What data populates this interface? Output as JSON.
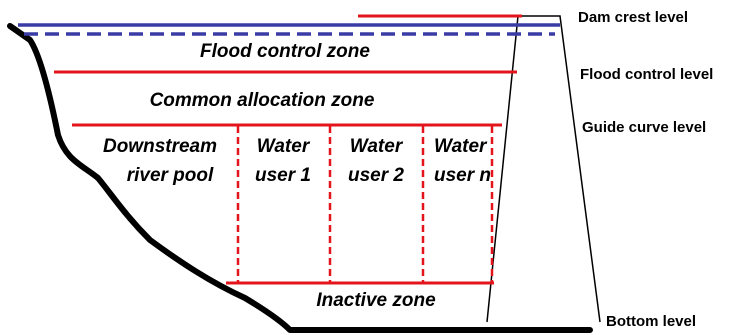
{
  "diagram": {
    "levels": {
      "dam_crest": "Dam crest level",
      "flood_control": "Flood control level",
      "guide_curve": "Guide curve level",
      "bottom": "Bottom level"
    },
    "zones": {
      "flood_control": "Flood control zone",
      "common_allocation": "Common allocation zone",
      "downstream_line1": "Downstream",
      "downstream_line2": "river pool",
      "user1_line1": "Water",
      "user1_line2": "user 1",
      "user2_line1": "Water",
      "user2_line2": "user 2",
      "usern_line1": "Water",
      "usern_line2": "user n",
      "inactive": "Inactive zone"
    },
    "colors": {
      "level_line": "#e3141b",
      "crest_line": "#3b3ba6",
      "reservoir_outline": "#000000",
      "dam_outline": "#000000"
    }
  }
}
